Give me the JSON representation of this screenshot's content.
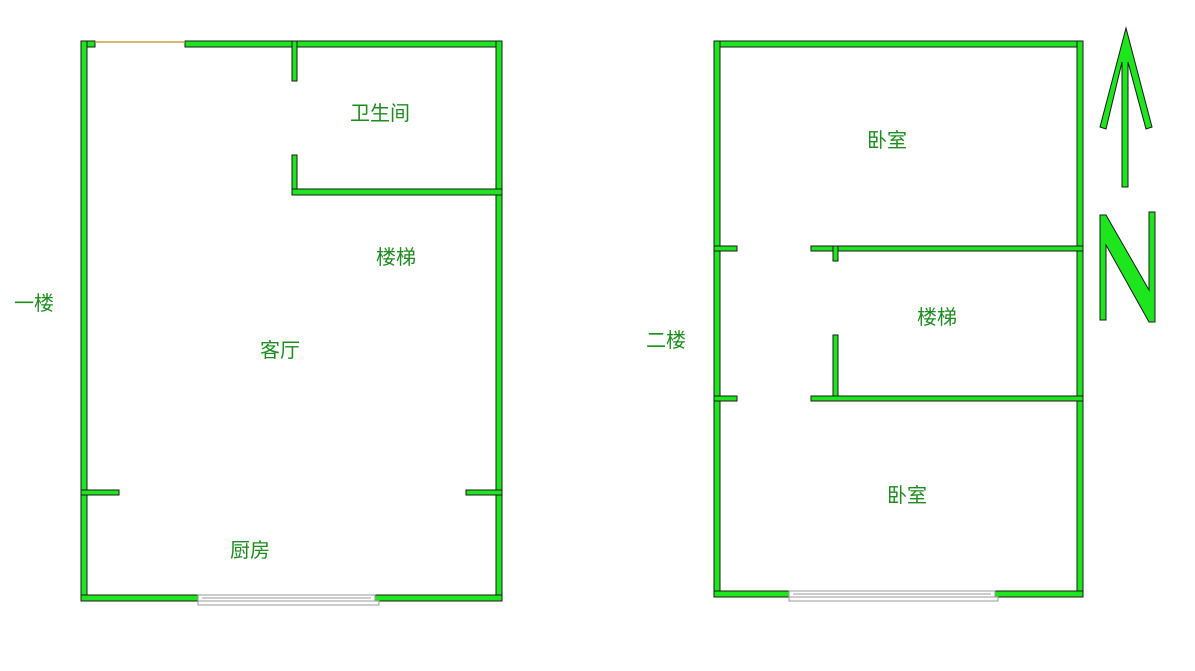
{
  "colors": {
    "wall": "#1ee61e",
    "wall_outline": "#1a1a1a",
    "label": "#1e8c1e",
    "window": "#9a9a9a",
    "door": "#c8a040"
  },
  "floor1": {
    "title": "一楼",
    "rooms": {
      "bathroom": "卫生间",
      "stairs": "楼梯",
      "living_room": "客厅",
      "kitchen": "厨房"
    }
  },
  "floor2": {
    "title": "二楼",
    "rooms": {
      "bedroom_north": "卧室",
      "stairs": "楼梯",
      "bedroom_south": "卧室"
    }
  },
  "compass": {
    "direction": "N",
    "icon": "north-arrow-icon"
  }
}
